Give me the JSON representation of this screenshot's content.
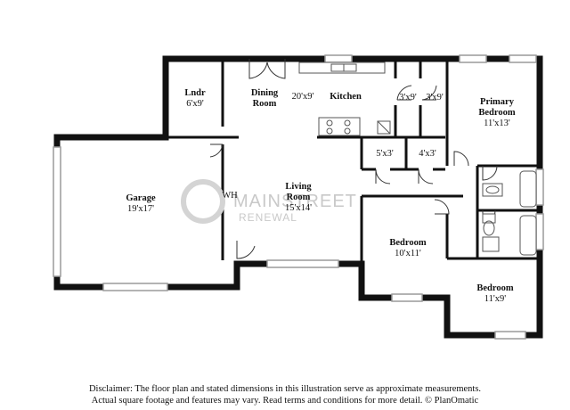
{
  "rooms": {
    "laundry": {
      "name": "Lndr",
      "dim": "6'x9'"
    },
    "dining": {
      "name1": "Dining",
      "name2": "Room"
    },
    "kitchen": {
      "dim": "20'x9'",
      "name": "Kitchen"
    },
    "closet_a": {
      "dim": "3'x9'"
    },
    "closet_b": {
      "dim": "3'x9'"
    },
    "primary_bedroom": {
      "name1": "Primary",
      "name2": "Bedroom",
      "dim": "11'x13'"
    },
    "closet_c": {
      "dim": "5'x3'"
    },
    "closet_d": {
      "dim": "4'x3'"
    },
    "garage": {
      "name": "Garage",
      "dim": "19'x17'"
    },
    "living": {
      "name": "Living",
      "name2": "Room",
      "dim": "15'x14'"
    },
    "bedroom_2": {
      "name": "Bedroom",
      "dim": "10'x11'"
    },
    "bedroom_3": {
      "name": "Bedroom",
      "dim": "11'x9'"
    },
    "water_heater": {
      "label": "WH"
    }
  },
  "watermark": {
    "line1": "MAINSTREET",
    "line2": "RENEWAL"
  },
  "disclaimer": {
    "line1": "Disclaimer: The floor plan and stated dimensions in this illustration serve as approximate measurements.",
    "line2": "Actual square footage and features may vary. Read terms and conditions for more detail. © PlanOmatic"
  },
  "colors": {
    "wall": "#111111",
    "window": "#9a9a9a",
    "watermark": "#c9c9c9"
  }
}
